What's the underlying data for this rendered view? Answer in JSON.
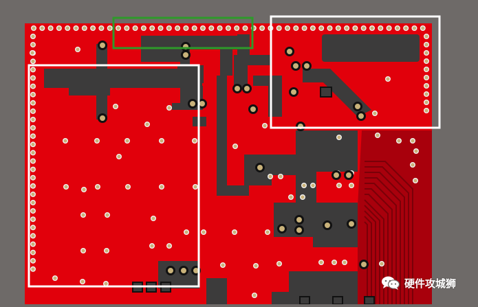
{
  "board": {
    "colors": {
      "background": "#6e6a68",
      "copper_pour": "#e1000b",
      "trace": "#3c3b3b",
      "dark_pour": "#a8000c",
      "via_ring": "#f2f2f2",
      "pad_ring": "#111111",
      "highlight_box_white": "#ffffff",
      "highlight_box_green": "#2e9a2a"
    },
    "highlight_boxes": [
      {
        "name": "left-white-highlight-box",
        "color": "white"
      },
      {
        "name": "top-right-white-highlight-box",
        "color": "white"
      },
      {
        "name": "top-green-highlight-box",
        "color": "green"
      }
    ]
  },
  "watermark": {
    "text": "硬件攻城狮",
    "icon": "wechat-icon"
  }
}
